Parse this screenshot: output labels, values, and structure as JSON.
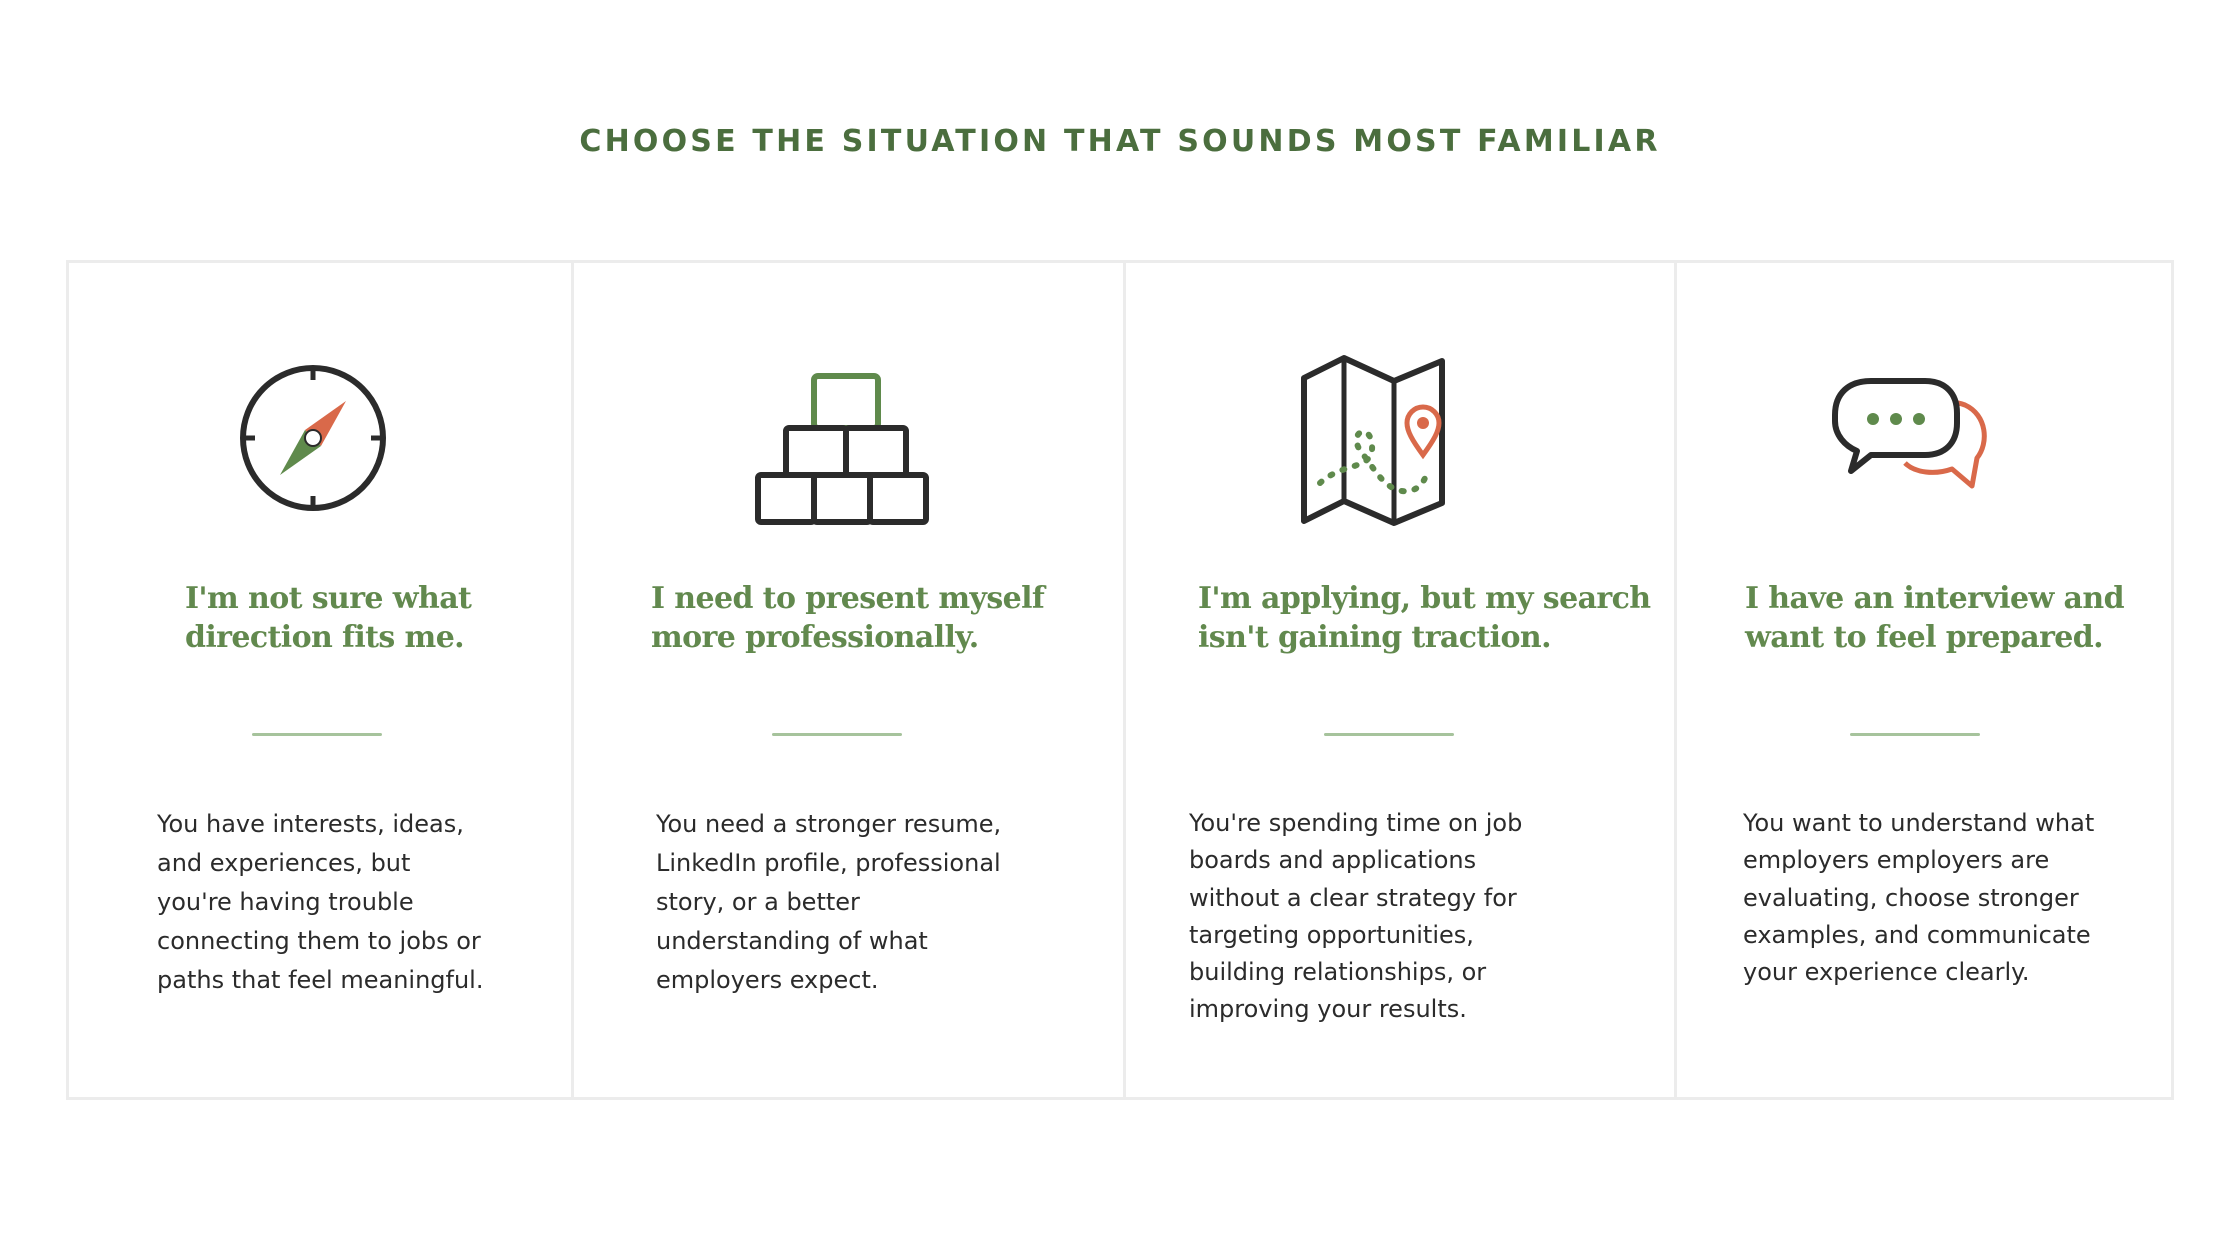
{
  "heading": "CHOOSE THE SITUATION THAT SOUNDS MOST FAMILIAR",
  "colors": {
    "accent_green": "#4b6e3e",
    "title_green": "#62894e",
    "icon_orange": "#d9694a",
    "icon_dark": "#2b2b2b",
    "border_gray": "#ececec"
  },
  "cards": [
    {
      "icon": "compass-icon",
      "title": "I'm not sure what\ndirection fits me.",
      "description": "You have interests, ideas,\nand experiences, but\nyou're having trouble\nconnecting them to jobs or\npaths that feel meaningful."
    },
    {
      "icon": "building-blocks-icon",
      "title": "I need to present myself\nmore professionally.",
      "description": "You need a stronger resume,\nLinkedIn profile, professional\nstory, or a better\nunderstanding of what\nemployers expect."
    },
    {
      "icon": "map-location-icon",
      "title": "I'm applying, but my search\nisn't gaining traction.",
      "description": "You're spending time on job\nboards and applications\nwithout a clear strategy for\ntargeting opportunities,\nbuilding relationships, or\nimproving your results."
    },
    {
      "icon": "chat-bubbles-icon",
      "title": "I have an interview and\nwant to feel prepared.",
      "description": "You want to understand what\nemployers employers are\nevaluating, choose stronger\nexamples, and communicate\nyour experience clearly."
    }
  ]
}
